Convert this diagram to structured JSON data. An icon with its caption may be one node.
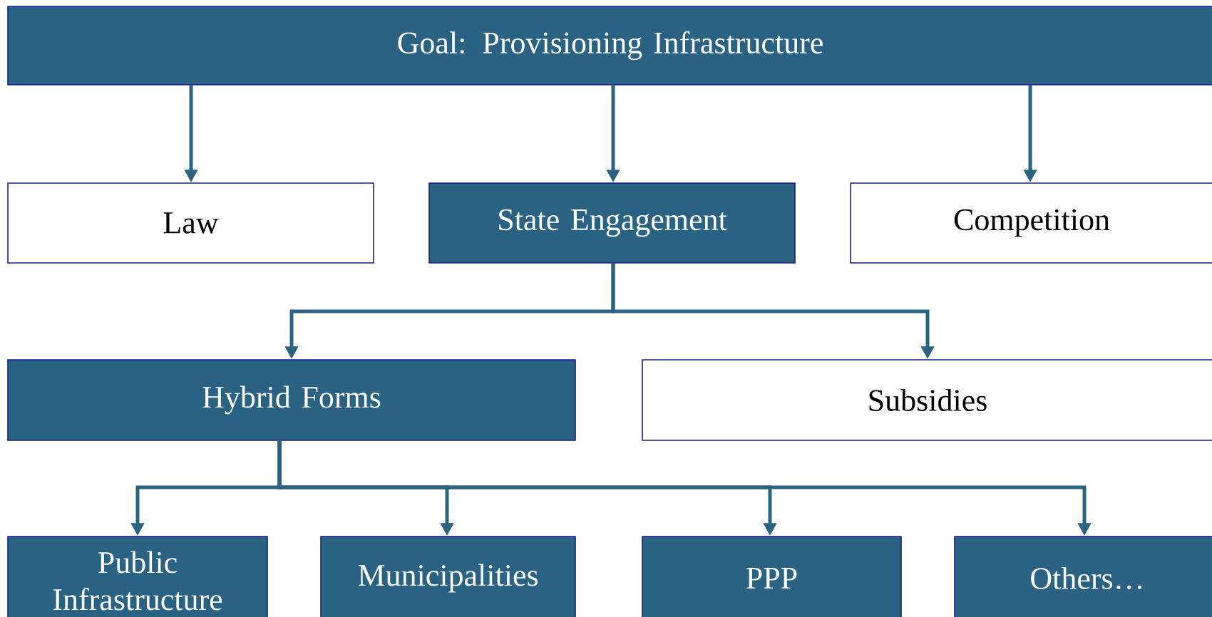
{
  "diagram": {
    "nodes": [
      {
        "text": [
          "Goal: Provisioning Infrastructure"
        ]
      },
      {
        "text": [
          "Law"
        ]
      },
      {
        "text": [
          "State Engagement"
        ]
      },
      {
        "text": [
          "Competition"
        ]
      },
      {
        "text": [
          "Hybrid Forms"
        ]
      },
      {
        "text": [
          "Subsidies"
        ]
      },
      {
        "text": [
          "Public Infrastructure"
        ]
      },
      {
        "text": [
          "Municipalities"
        ]
      },
      {
        "text": [
          "PPP"
        ]
      },
      {
        "text": [
          "Others…"
        ]
      }
    ],
    "edges": [
      {
        "from": 0,
        "to": 1,
        "arrow": "to"
      },
      {
        "from": 0,
        "to": 2,
        "arrow": "to"
      },
      {
        "from": 0,
        "to": 3,
        "arrow": "to"
      },
      {
        "from": 2,
        "to": 4,
        "arrow": "to"
      },
      {
        "from": 2,
        "to": 5,
        "arrow": "to"
      },
      {
        "from": 4,
        "to": 6,
        "arrow": "to"
      },
      {
        "from": 4,
        "to": 7,
        "arrow": "to"
      },
      {
        "from": 4,
        "to": 8,
        "arrow": "to"
      },
      {
        "from": 4,
        "to": 9,
        "arrow": "to"
      }
    ]
  }
}
